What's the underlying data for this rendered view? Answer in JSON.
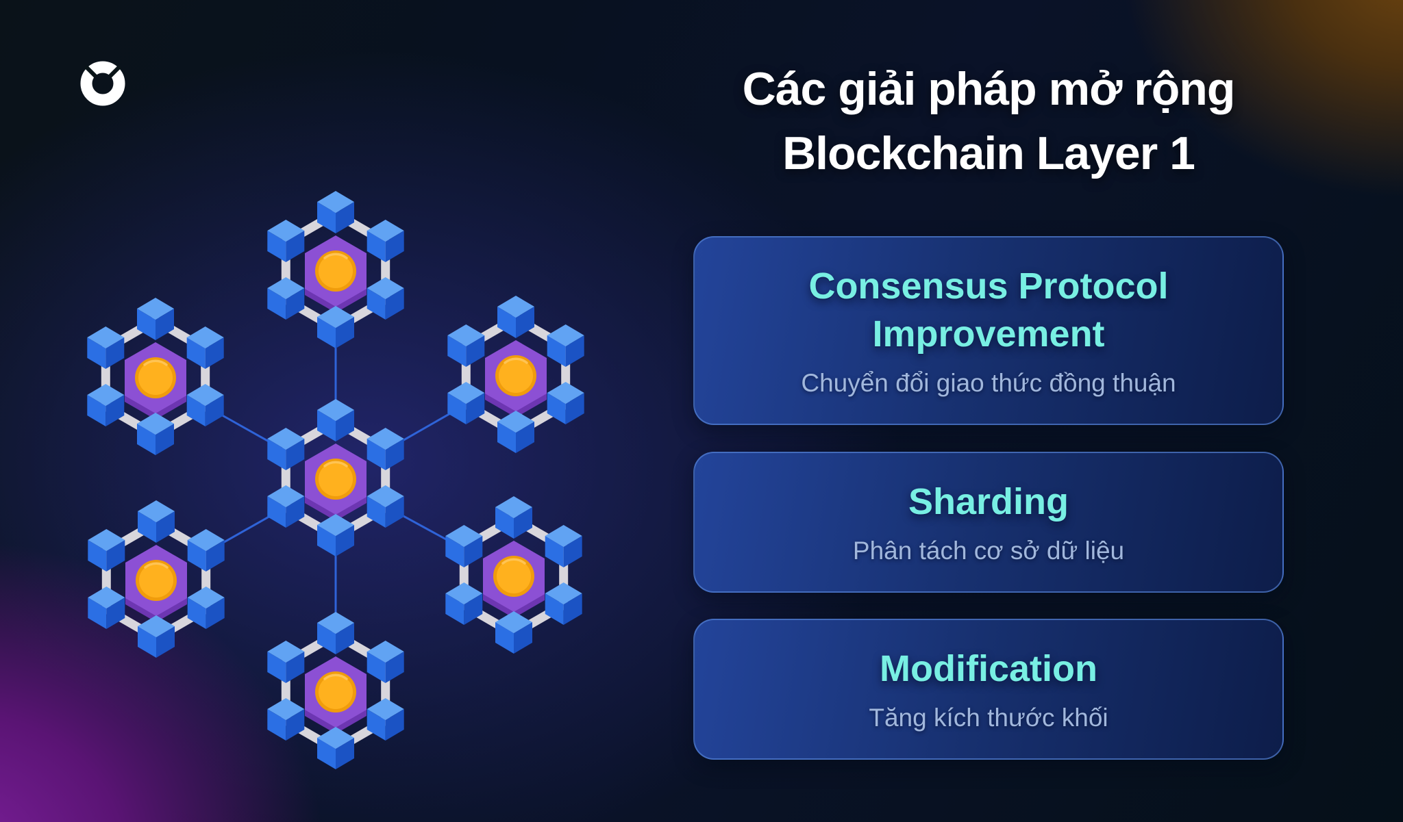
{
  "header": {
    "title_line1": "Các giải pháp mở rộng",
    "title_line2": "Blockchain Layer 1"
  },
  "logo": {
    "name": "onus-ring-logo"
  },
  "cards": [
    {
      "heading": "Consensus Protocol Improvement",
      "subtitle": "Chuyển đổi giao thức đồng thuận"
    },
    {
      "heading": "Sharding",
      "subtitle": "Phân tách cơ sở dữ liệu"
    },
    {
      "heading": "Modification",
      "subtitle": "Tăng kích thước khối"
    }
  ],
  "diagram": {
    "type": "network",
    "description": "Seven hexagonal blockchain nodes; one central node connected by lines to six surrounding nodes; each node is a hexagon ring of blue cubes around a purple hexagon with an orange core",
    "node_count": 7,
    "link_count": 6
  },
  "colors": {
    "heading_accent": "#78efe3",
    "subtitle_text": "#a1b7dc",
    "title_text": "#ffffff",
    "card_border": "#5886d8",
    "card_gradient_start": "#23449a",
    "card_gradient_end": "#0d1d4a",
    "cube_top": "#61a3f3",
    "cube_left": "#2b6fe4",
    "cube_right": "#1b53c4",
    "hexagon_purple": "#8c50d4",
    "hexagon_purple_shadow": "#6d36b2",
    "core_orange": "#ffb11e",
    "core_orange_ring": "#f09c0c",
    "link_line": "#2f63d8",
    "ring_grey": "#d8d6dc",
    "glow_amber": "#6b430f",
    "glow_purple": "#7c1f9a"
  }
}
